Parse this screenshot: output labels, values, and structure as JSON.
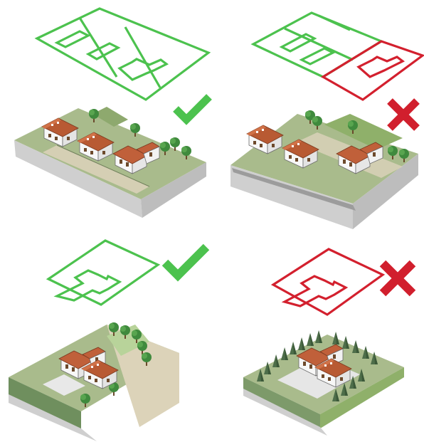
{
  "colors": {
    "approved": "#4cc24e",
    "rejected": "#d3202e",
    "check_mark": "#4cc24e",
    "cross_mark": "#d11f2d",
    "ground_grass": "#a7b98a",
    "ground_soil": "#d8cdb4",
    "slab_side": "#c9c9c9",
    "roof": "#c8643c",
    "wall": "#ffffff",
    "tree": "#3f8a3d",
    "hedge": "#5f7f5a"
  },
  "panels": [
    {
      "id": "row-of-lots-ok",
      "verdict": "approved",
      "verdict_icon": "check-icon",
      "lots": 3
    },
    {
      "id": "row-of-lots-bad",
      "verdict": "rejected",
      "verdict_icon": "cross-icon",
      "lots": 3,
      "rejected_lot": 3
    },
    {
      "id": "single-lot-ok",
      "verdict": "approved",
      "verdict_icon": "check-icon",
      "lots": 1
    },
    {
      "id": "single-lot-bad",
      "verdict": "rejected",
      "verdict_icon": "cross-icon",
      "lots": 1
    }
  ]
}
